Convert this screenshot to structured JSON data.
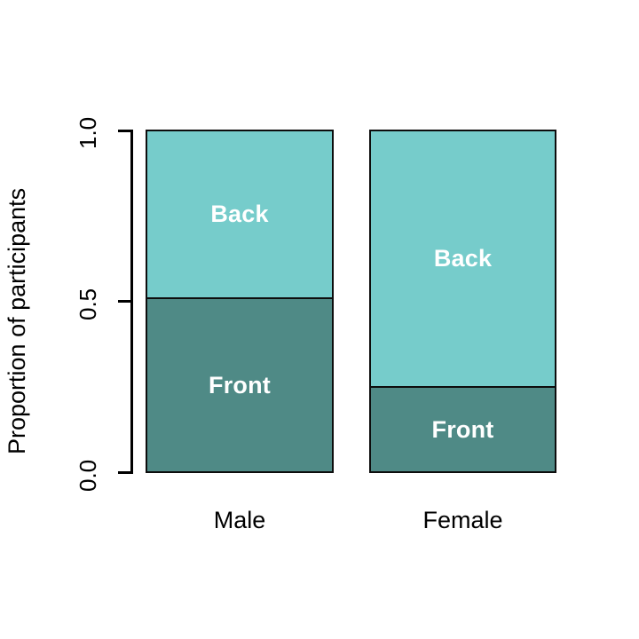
{
  "chart_data": {
    "type": "bar",
    "stacked": true,
    "normalized": true,
    "title": "",
    "xlabel": "",
    "ylabel": "Proportion of participants",
    "categories": [
      "Male",
      "Female"
    ],
    "ylim": [
      0.0,
      1.0
    ],
    "ytick_labels": [
      "0.0",
      "0.5",
      "1.0"
    ],
    "ytick_values": [
      0.0,
      0.5,
      1.0
    ],
    "grid": false,
    "legend": "none (in-bar labels)",
    "series": [
      {
        "name": "Front",
        "color": "#4F8A86",
        "label_color": "#FFFFFF",
        "values": [
          0.51,
          0.25
        ]
      },
      {
        "name": "Back",
        "color": "#76CCCB",
        "label_color": "#FFFFFF",
        "values": [
          0.49,
          0.75
        ]
      }
    ],
    "bar_labels": [
      {
        "category": "Male",
        "front": "Front",
        "back": "Back"
      },
      {
        "category": "Female",
        "front": "Front",
        "back": "Back"
      }
    ]
  },
  "axis": {
    "y_title": "Proportion of participants",
    "y_ticks": [
      {
        "label": "0.0",
        "value": 0.0
      },
      {
        "label": "0.5",
        "value": 0.5
      },
      {
        "label": "1.0",
        "value": 1.0
      }
    ],
    "x_ticks": [
      {
        "label": "Male"
      },
      {
        "label": "Female"
      }
    ]
  },
  "bars": {
    "male": {
      "category_label": "Male",
      "back_label": "Back",
      "front_label": "Front",
      "back_value": 0.49,
      "front_value": 0.51
    },
    "female": {
      "category_label": "Female",
      "back_label": "Back",
      "front_label": "Front",
      "back_value": 0.75,
      "front_value": 0.25
    }
  },
  "colors": {
    "back": "#76CCCB",
    "front": "#4F8A86",
    "outline": "#0D0D0D",
    "text": "#000000",
    "label_text": "#FFFFFF",
    "background": "#FFFFFF"
  }
}
